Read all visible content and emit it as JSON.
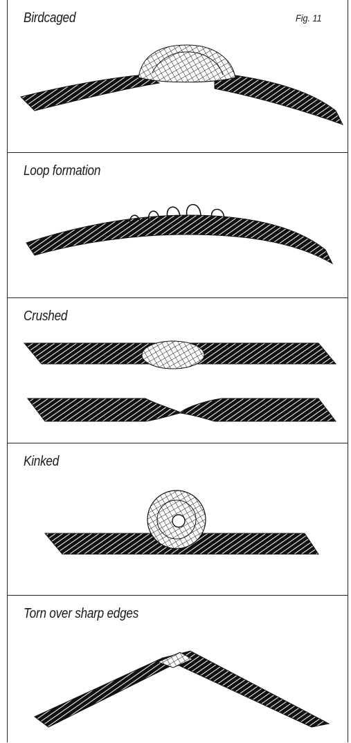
{
  "figure": {
    "label": "Fig. 11",
    "panels": [
      {
        "title": "Birdcaged",
        "icon": "birdcaged-rope-icon"
      },
      {
        "title": "Loop formation",
        "icon": "loop-formation-rope-icon"
      },
      {
        "title": "Crushed",
        "icon": "crushed-rope-icon"
      },
      {
        "title": "Kinked",
        "icon": "kinked-rope-icon"
      },
      {
        "title": "Torn over sharp edges",
        "icon": "torn-rope-icon"
      }
    ]
  }
}
